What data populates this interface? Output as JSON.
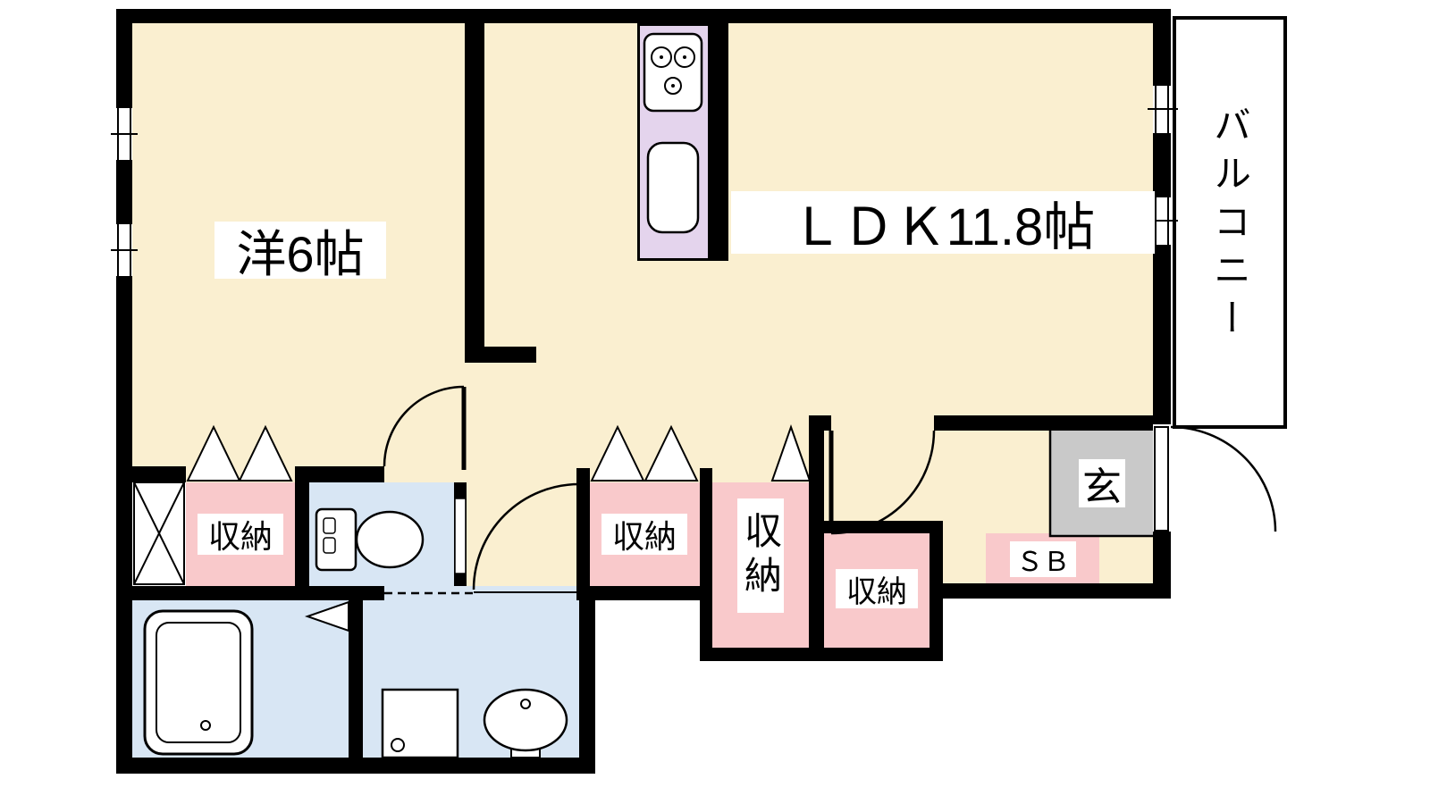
{
  "palette": {
    "background": "#ffffff",
    "wall": "#000000",
    "room_fill": "#faefd0",
    "wet_fill": "#d8e6f4",
    "storage_fill": "#f9c9cb",
    "kitchen_fill": "#e4d4ed",
    "entry_fill": "#c9c9c9"
  },
  "rooms": {
    "western": {
      "label": "洋6帖"
    },
    "ldk": {
      "label": "ＬＤＫ11.8帖"
    },
    "balcony": {
      "label": "バルコニー"
    },
    "entry": {
      "label": "玄"
    },
    "shoe_box": {
      "label": "ＳＢ"
    },
    "storage_a": {
      "label": "収納"
    },
    "storage_b": {
      "label": "収納"
    },
    "storage_c": {
      "label": "収納"
    },
    "storage_d": {
      "label": "収納"
    }
  }
}
